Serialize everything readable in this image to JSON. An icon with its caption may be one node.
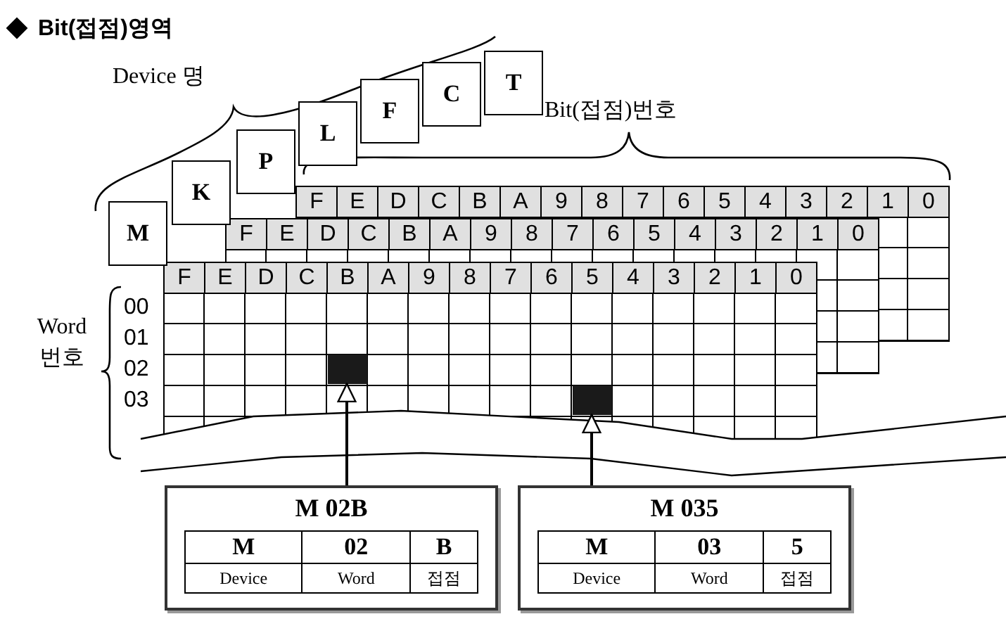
{
  "diagram": {
    "title": "Bit(접점)영역",
    "nodes": [
      {
        "text": [
          "M"
        ]
      },
      {
        "text": [
          "K"
        ]
      },
      {
        "text": [
          "P"
        ]
      },
      {
        "text": [
          "L"
        ]
      },
      {
        "text": [
          "F"
        ]
      },
      {
        "text": [
          "C"
        ]
      },
      {
        "text": [
          "T"
        ]
      },
      {
        "text": [],
        "shape": "box"
      },
      {
        "text": [],
        "shape": "box"
      },
      {
        "text": [
          "M 02B",
          "M",
          "02",
          "B",
          "Device",
          "Word",
          "접점"
        ]
      },
      {
        "text": [
          "M 035",
          "M",
          "03",
          "5",
          "Device",
          "Word",
          "접점"
        ]
      }
    ],
    "edges": [
      {
        "from": 9,
        "to": 7,
        "arrow": "to"
      },
      {
        "from": 10,
        "to": 8,
        "arrow": "to"
      }
    ],
    "labels": [
      "Device 명",
      "Bit(접점)번호",
      "F",
      "E",
      "D",
      "C",
      "B",
      "A",
      "9",
      "8",
      "7",
      "6",
      "5",
      "4",
      "3",
      "2",
      "1",
      "0",
      "F",
      "E",
      "D",
      "C",
      "B",
      "A",
      "9",
      "8",
      "7",
      "6",
      "5",
      "4",
      "3",
      "2",
      "1",
      "0",
      "F",
      "E",
      "D",
      "C",
      "B",
      "A",
      "9",
      "8",
      "7",
      "6",
      "5",
      "4",
      "3",
      "2",
      "1",
      "0",
      "Word 번호",
      "00",
      "01",
      "02",
      "03"
    ]
  }
}
